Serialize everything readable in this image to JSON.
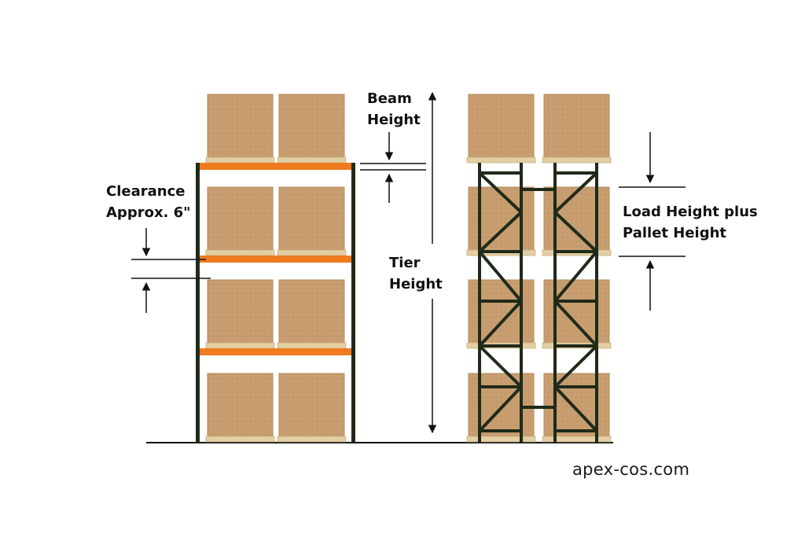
{
  "labels": {
    "beam_height": [
      "Beam",
      "Height"
    ],
    "clearance": [
      "Clearance",
      "Approx. 6\""
    ],
    "tier_height": [
      "Tier",
      "Height"
    ],
    "load_pallet_height": [
      "Load Height plus",
      "Pallet Height"
    ]
  },
  "watermark": "apex-cos.com",
  "colors": {
    "carton": "#c79d6f",
    "carton_edge": "#b48a5c",
    "pallet": "#e3cfa3",
    "beam": "#f07a1e",
    "upright": "#1f2a1a",
    "line": "#111111"
  }
}
